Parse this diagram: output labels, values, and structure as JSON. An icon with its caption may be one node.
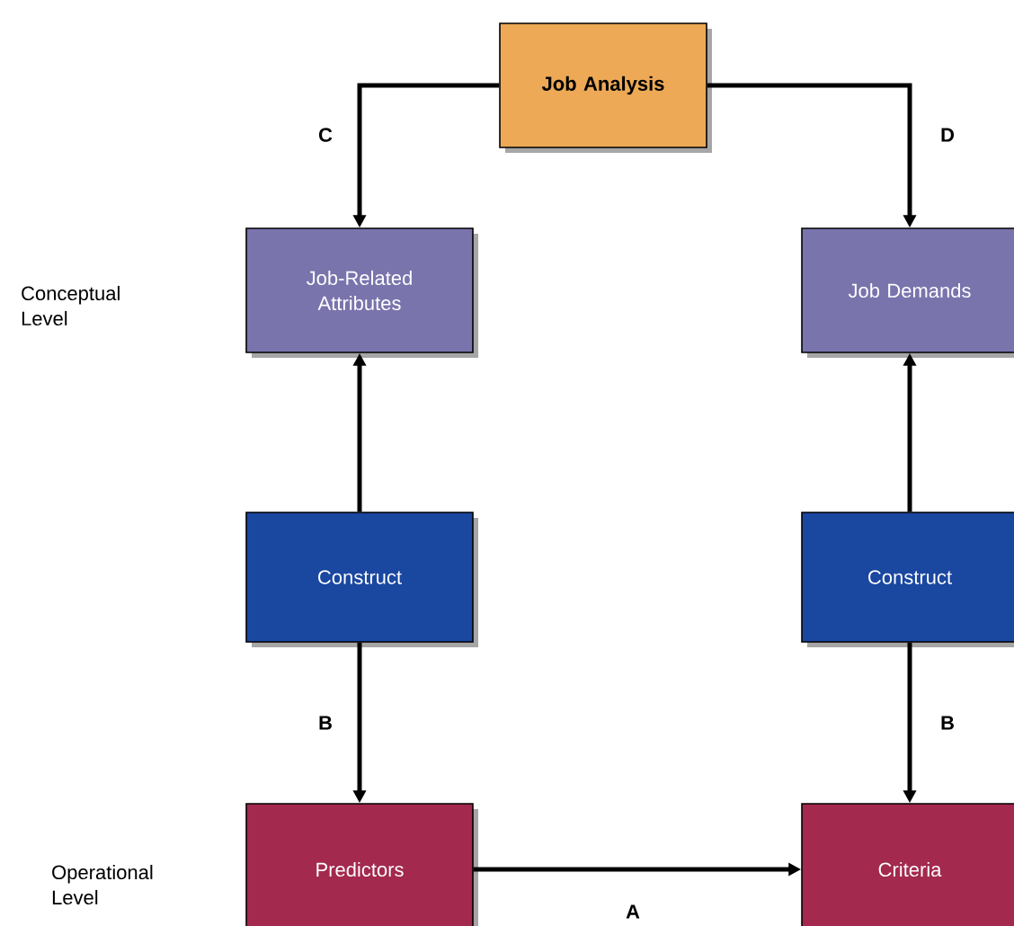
{
  "diagram": {
    "nodes": [
      {
        "text": [
          "Job Analysis"
        ]
      },
      {
        "text": [
          "Job-Related Attributes"
        ]
      },
      {
        "text": [
          "Job Demands"
        ]
      },
      {
        "text": [
          "Construct"
        ]
      },
      {
        "text": [
          "Construct"
        ]
      },
      {
        "text": [
          "Predictors"
        ]
      },
      {
        "text": [
          "Criteria"
        ]
      }
    ],
    "edges": [
      {
        "from": 0,
        "to": 1,
        "arrow": "to",
        "label": "C"
      },
      {
        "from": 0,
        "to": 2,
        "arrow": "to",
        "label": "D"
      },
      {
        "from": 3,
        "to": 1,
        "arrow": "to"
      },
      {
        "from": 4,
        "to": 2,
        "arrow": "to"
      },
      {
        "from": 3,
        "to": 5,
        "arrow": "to",
        "label": "B"
      },
      {
        "from": 4,
        "to": 6,
        "arrow": "to",
        "label": "B"
      },
      {
        "from": 5,
        "to": 6,
        "arrow": "to",
        "label": "A"
      }
    ],
    "labels": [
      "Conceptual Level",
      "Operational Level"
    ]
  }
}
